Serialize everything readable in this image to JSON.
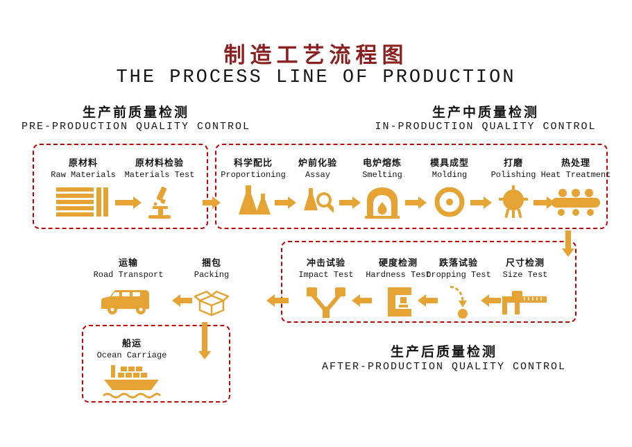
{
  "title": {
    "zh": "制造工艺流程图",
    "en": "THE PROCESS LINE OF PRODUCTION"
  },
  "section_headers": {
    "pre_production": {
      "zh": "生产前质量检测",
      "en": "PRE-PRODUCTION QUALITY CONTROL"
    },
    "in_production": {
      "zh": "生产中质量检测",
      "en": "IN-PRODUCTION QUALITY CONTROL"
    },
    "after_production": {
      "zh": "生产后质量检测",
      "en": "AFTER-PRODUCTION QUALITY CONTROL"
    }
  },
  "stations": {
    "raw_materials": {
      "zh": "原材料",
      "en": "Raw Materials",
      "icon": "material-stack-icon"
    },
    "materials_test": {
      "zh": "原材料检验",
      "en": "Materials Test",
      "icon": "microscope-icon"
    },
    "proportioning": {
      "zh": "科学配比",
      "en": "Proportioning",
      "icon": "flasks-icon"
    },
    "assay": {
      "zh": "炉前化验",
      "en": "Assay",
      "icon": "flask-magnifier-icon"
    },
    "smelting": {
      "zh": "电炉熔炼",
      "en": "Smelting",
      "icon": "furnace-icon"
    },
    "molding": {
      "zh": "模具成型",
      "en": "Molding",
      "icon": "mold-ring-icon"
    },
    "polishing": {
      "zh": "打磨",
      "en": "Polishing",
      "icon": "grinder-icon"
    },
    "heat_treatment": {
      "zh": "热处理",
      "en": "Heat Treatment",
      "icon": "conveyor-oven-icon"
    },
    "impact_test": {
      "zh": "冲击试验",
      "en": "Impact Test",
      "icon": "pendulum-tester-icon"
    },
    "hardness_test": {
      "zh": "硬度检测",
      "en": "Hardness Test",
      "icon": "hardness-tester-icon"
    },
    "dropping_test": {
      "zh": "跌落试验",
      "en": "Dropping Test",
      "icon": "drop-ball-icon"
    },
    "size_test": {
      "zh": "尺寸检测",
      "en": "Size Test",
      "icon": "caliper-icon"
    },
    "road_transport": {
      "zh": "运输",
      "en": "Road Transport",
      "icon": "truck-icon"
    },
    "packing": {
      "zh": "捆包",
      "en": "Packing",
      "icon": "open-box-icon"
    },
    "ocean_carriage": {
      "zh": "船运",
      "en": "Ocean Carriage",
      "icon": "container-ship-icon"
    }
  },
  "colors": {
    "accent": "#E4A332",
    "box_border": "#C00000",
    "title": "#8B2020",
    "text": "#141414"
  }
}
